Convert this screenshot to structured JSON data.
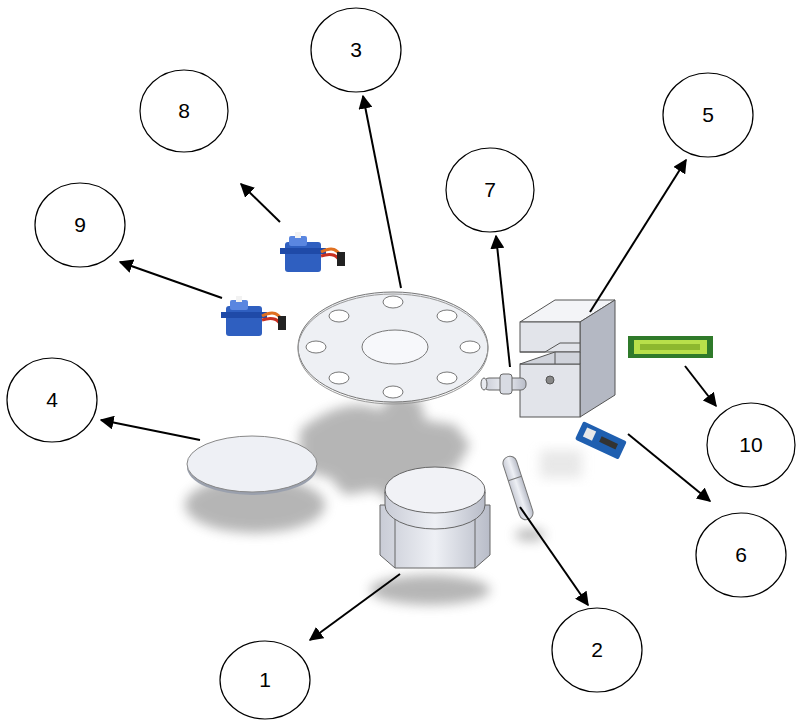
{
  "diagram": {
    "nodes": [
      {
        "text": [
          "3"
        ]
      },
      {
        "text": [
          "8"
        ]
      },
      {
        "text": [
          "5"
        ]
      },
      {
        "text": [
          "7"
        ]
      },
      {
        "text": [
          "9"
        ]
      },
      {
        "text": [
          "4"
        ]
      },
      {
        "text": [
          "10"
        ]
      },
      {
        "text": [
          "6"
        ]
      },
      {
        "text": [
          "2"
        ]
      },
      {
        "text": [
          "1"
        ]
      }
    ]
  }
}
